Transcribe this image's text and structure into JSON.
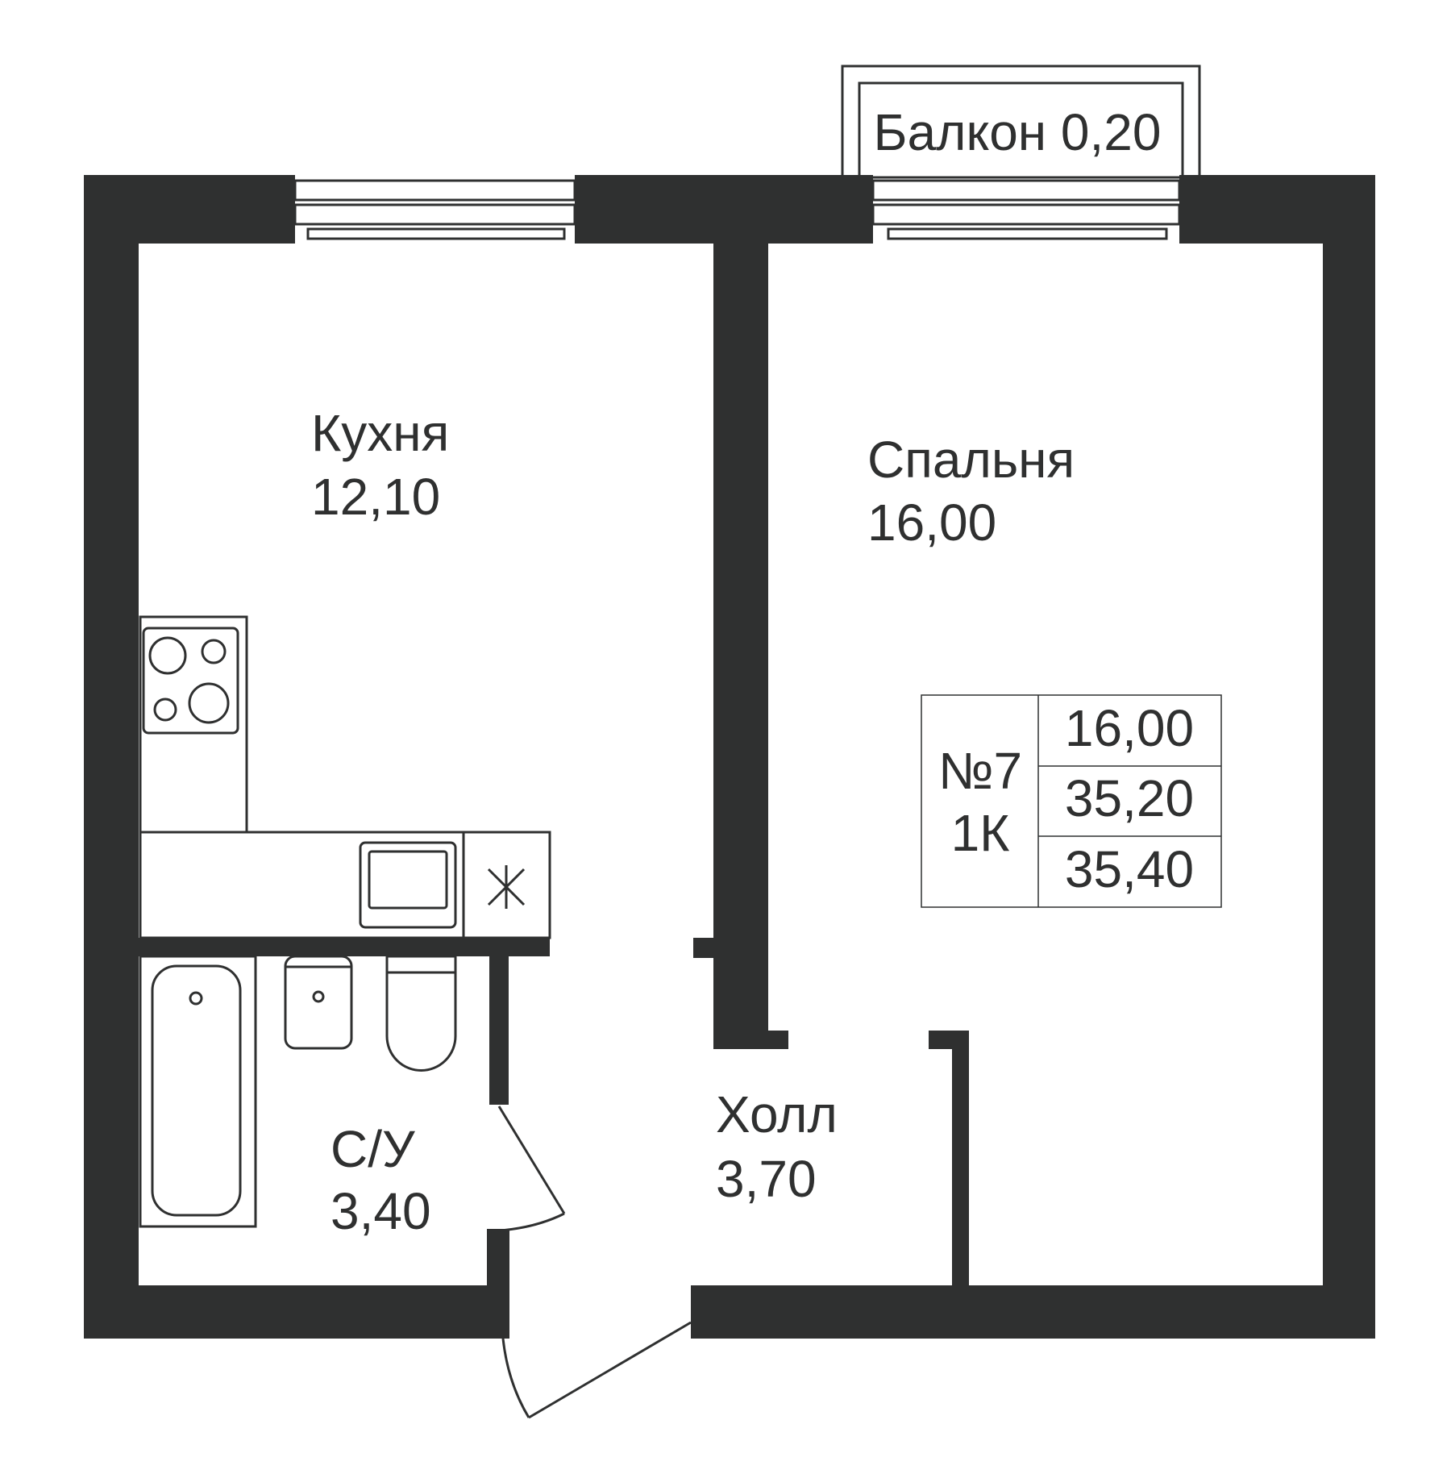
{
  "rooms": {
    "kitchen": {
      "name": "Кухня",
      "area": "12,10"
    },
    "bedroom": {
      "name": "Спальня",
      "area": "16,00"
    },
    "bathroom": {
      "name": "С/У",
      "area": "3,40"
    },
    "hall": {
      "name": "Холл",
      "area": "3,70"
    },
    "balcony": {
      "label": "Балкон 0,20"
    }
  },
  "summary": {
    "number": "№7",
    "type": "1К",
    "living_area": "16,00",
    "total_area": "35,20",
    "total_with_balcony": "35,40"
  },
  "colors": {
    "wall": "#2f3030",
    "background": "#ffffff"
  }
}
